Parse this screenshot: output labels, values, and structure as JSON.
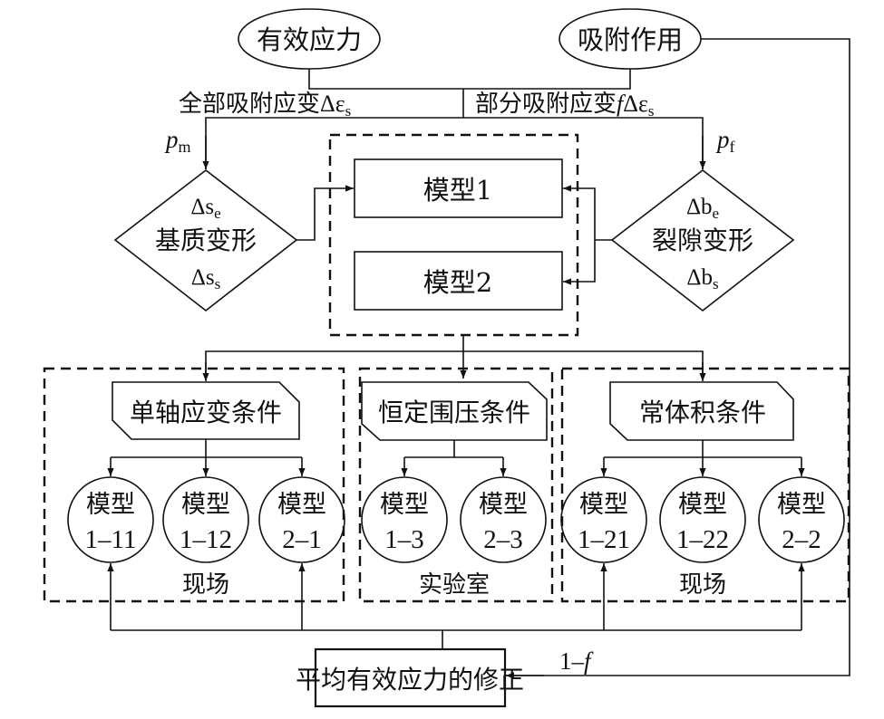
{
  "title": "有效应力与吸附作用模型分类流程图",
  "inputs": {
    "effective_stress": "有效应力",
    "adsorption": "吸附作用"
  },
  "strain_labels": {
    "full": "全部吸附应变",
    "full_symbol": "Δε",
    "full_sub": "s",
    "partial": "部分吸附应变",
    "partial_prefix": "f",
    "partial_symbol": "Δε",
    "partial_sub": "s"
  },
  "pressure_labels": {
    "matrix": "p",
    "matrix_sub": "m",
    "fracture": "p",
    "fracture_sub": "f"
  },
  "matrix_deformation": {
    "label": "基质变形",
    "top": "Δs",
    "top_sub": "e",
    "bottom": "Δs",
    "bottom_sub": "s"
  },
  "fracture_deformation": {
    "label": "裂隙变形",
    "top": "Δb",
    "top_sub": "e",
    "bottom": "Δb",
    "bottom_sub": "s"
  },
  "core_models": [
    "模型1",
    "模型2"
  ],
  "groups": [
    {
      "condition": "单轴应变条件",
      "setting": "现场",
      "models": [
        {
          "line1": "模型",
          "line2": "1–11"
        },
        {
          "line1": "模型",
          "line2": "1–12"
        },
        {
          "line1": "模型",
          "line2": "2–1"
        }
      ]
    },
    {
      "condition": "恒定围压条件",
      "setting": "实验室",
      "models": [
        {
          "line1": "模型",
          "line2": "1–3"
        },
        {
          "line1": "模型",
          "line2": "2–3"
        }
      ]
    },
    {
      "condition": "常体积条件",
      "setting": "现场",
      "models": [
        {
          "line1": "模型",
          "line2": "1–21"
        },
        {
          "line1": "模型",
          "line2": "1–22"
        },
        {
          "line1": "模型",
          "line2": "2–2"
        }
      ]
    }
  ],
  "correction": {
    "label": "平均有效应力的修正",
    "feedback_label": "1–",
    "feedback_var": "f"
  }
}
